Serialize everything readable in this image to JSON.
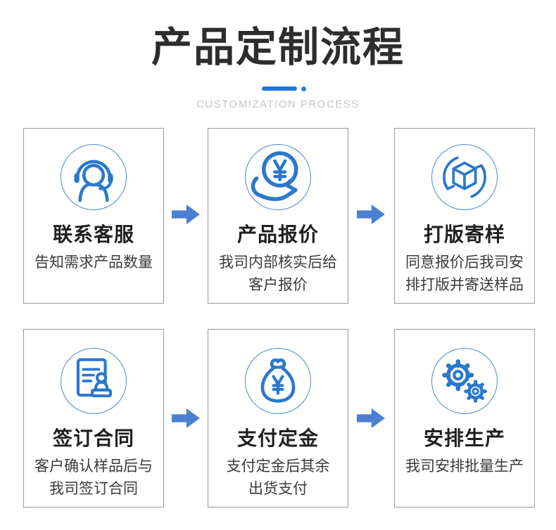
{
  "page": {
    "title": "产品定制流程",
    "subtitle": "CUSTOMIZATION PROCESS"
  },
  "colors": {
    "icon_blue": "#2a78cc",
    "arrow_blue": "#4a80d0",
    "divider_blue": "#2176d9",
    "box_border_gray": "#999999",
    "subtitle_gray": "#c5c5c5",
    "title_black": "#2d2d2d"
  },
  "steps": [
    {
      "icon": "headset-icon",
      "title": "联系客服",
      "desc": "告知需求产品数量"
    },
    {
      "icon": "coin-hand-icon",
      "title": "产品报价",
      "desc": "我司内部核实后给\n客户报价"
    },
    {
      "icon": "sample-cycle-icon",
      "title": "打版寄样",
      "desc": "同意报价后我司安\n排打版并寄送样品"
    },
    {
      "icon": "contract-stamp-icon",
      "title": "签订合同",
      "desc": "客户确认样品后与\n我司签订合同"
    },
    {
      "icon": "money-bag-icon",
      "title": "支付定金",
      "desc": "支付定金后其余\n出货支付"
    },
    {
      "icon": "gears-icon",
      "title": "安排生产",
      "desc": "我司安排批量生产"
    }
  ]
}
